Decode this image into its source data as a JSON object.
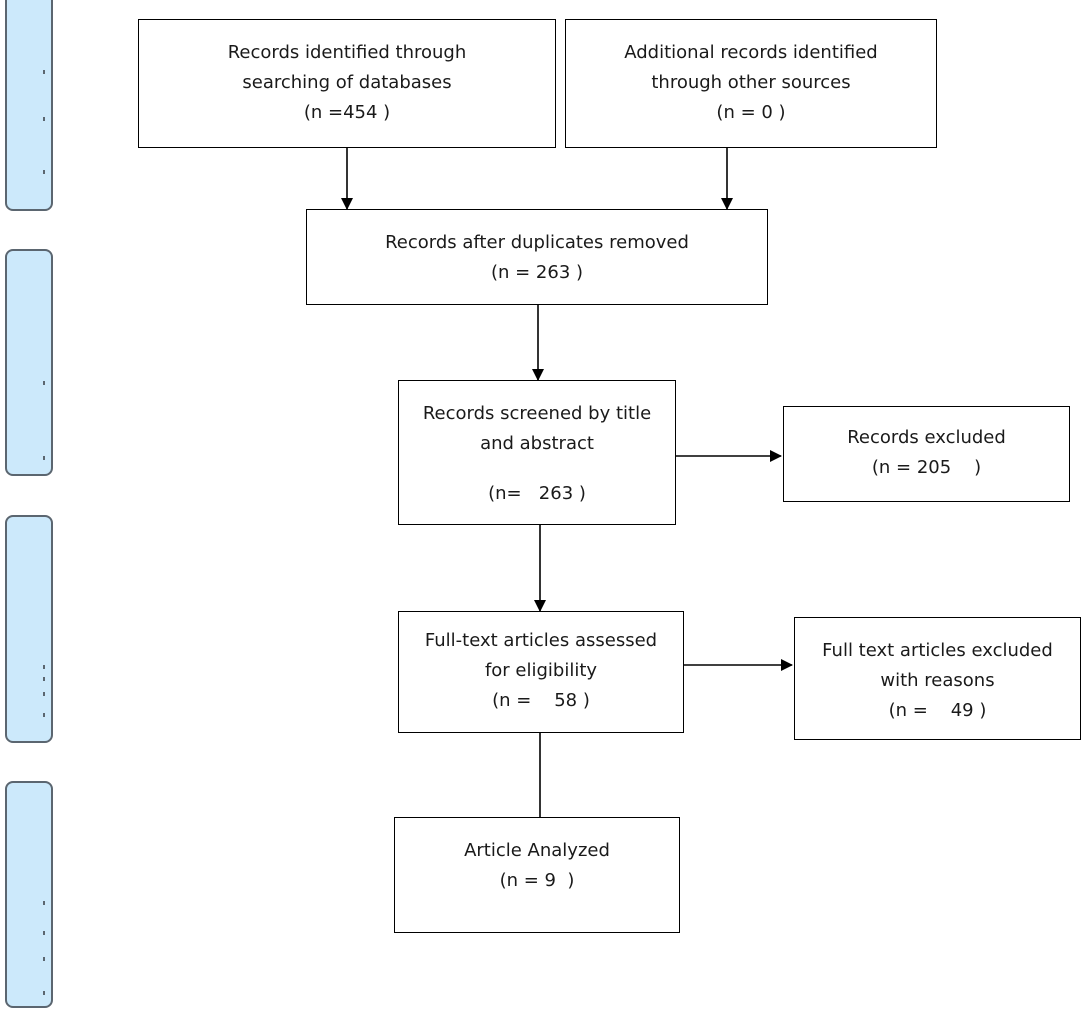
{
  "boxes": {
    "identified_db": {
      "line1": "Records identified through",
      "line2": "searching of databases",
      "line3": "(n =454 )"
    },
    "identified_other": {
      "line1": "Additional records identified",
      "line2": "through other sources",
      "line3": "(n = 0 )"
    },
    "duplicates_removed": {
      "line1": "Records after duplicates removed",
      "line2": "(n = 263 )"
    },
    "screened": {
      "line1": "Records screened by title",
      "line2": "and abstract",
      "line3": "(n=   263 )"
    },
    "excluded": {
      "line1": "Records excluded",
      "line2": "(n = 205    )"
    },
    "fulltext": {
      "line1": "Full-text articles assessed",
      "line2": "for eligibility",
      "line3": "(n =    58 )"
    },
    "fulltext_excluded": {
      "line1": "Full text articles excluded",
      "line2": "with reasons",
      "line3": "(n =    49 )"
    },
    "analyzed": {
      "line1": "Article Analyzed",
      "line2": "(n = 9  )"
    }
  },
  "colors": {
    "stage_tab_fill": "#cce9fb",
    "stage_tab_border": "#5b6670",
    "line": "#000000"
  }
}
